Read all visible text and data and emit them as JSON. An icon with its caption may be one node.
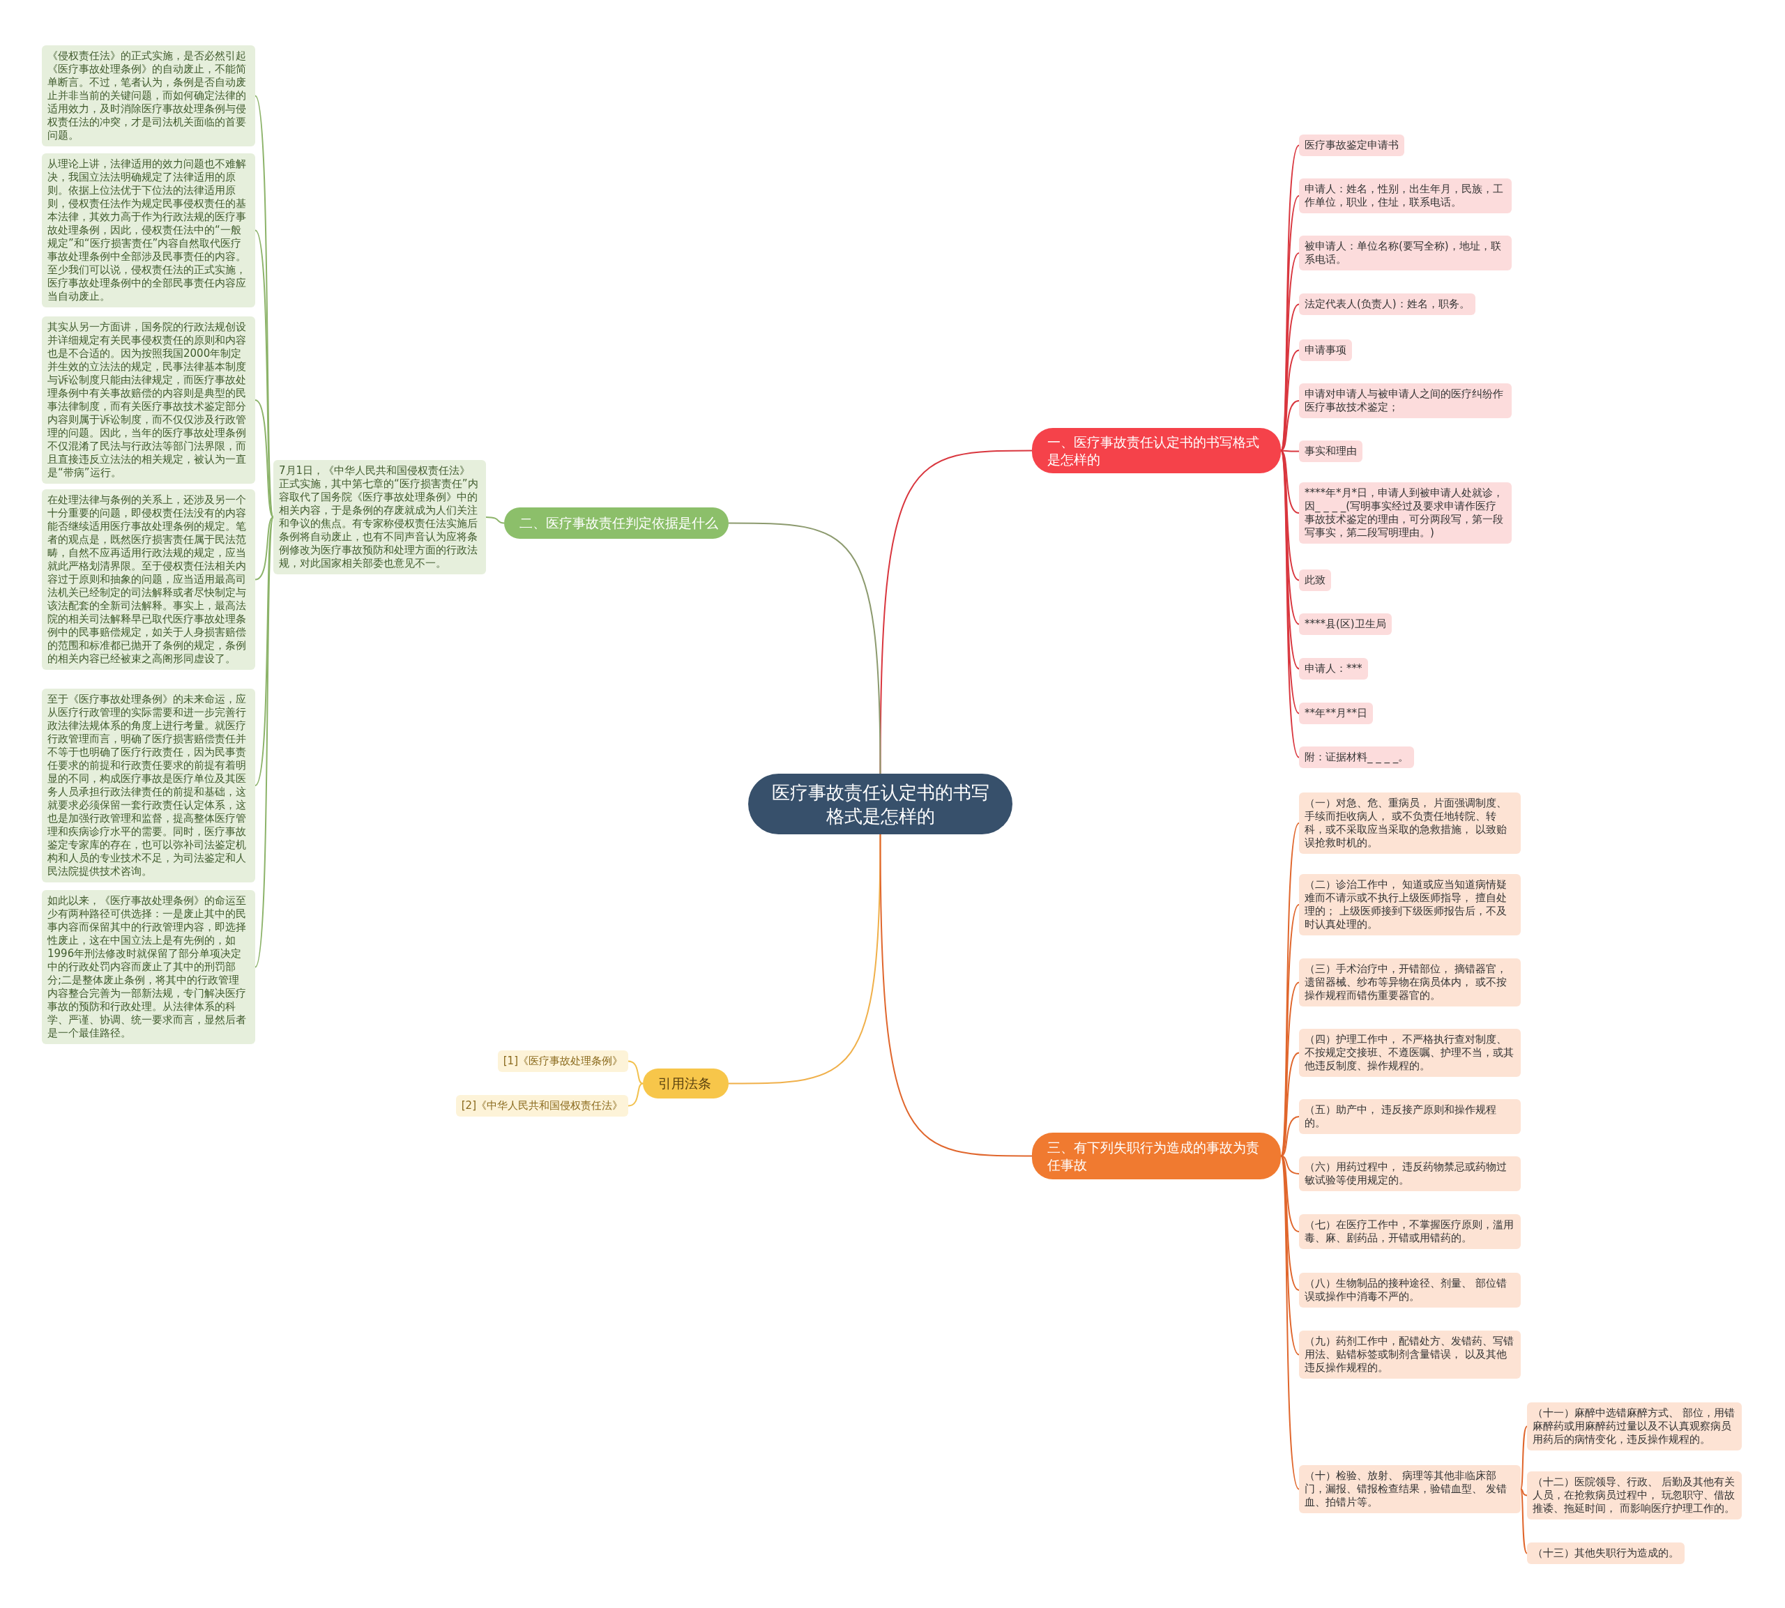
{
  "diagram": {
    "nodes": [
      {
        "text": [
          "医疗事故责任认定书的书写格式是怎样的"
        ]
      },
      {
        "text": [
          "一、医疗事故责任认定书的书写格式是怎样的"
        ]
      },
      {
        "text": [
          "医疗事故鉴定申请书"
        ]
      },
      {
        "text": [
          "申请人：姓名，性别，出生年月，民族，工作单位，职业，住址，联系电话。"
        ]
      },
      {
        "text": [
          "被申请人：单位名称(要写全称)，地址，联系电话。"
        ]
      },
      {
        "text": [
          "法定代表人(负责人)：姓名，职务。"
        ]
      },
      {
        "text": [
          "申请事项"
        ]
      },
      {
        "text": [
          "申请对申请人与被申请人之间的医疗纠纷作医疗事故技术鉴定；"
        ]
      },
      {
        "text": [
          "事实和理由"
        ]
      },
      {
        "text": [
          "****年*月*日，申请人到被申请人处就诊，因_ _ _ _(写明事实经过及要求申请作医疗事故技术鉴定的理由，可分两段写，第一段写事实，第二段写明理由。)"
        ]
      },
      {
        "text": [
          "此致"
        ]
      },
      {
        "text": [
          "****县(区)卫生局"
        ]
      },
      {
        "text": [
          "申请人：***"
        ]
      },
      {
        "text": [
          "**年**月**日"
        ]
      },
      {
        "text": [
          "附：证据材料_ _ _ _。"
        ]
      },
      {
        "text": [
          "二、医疗事故责任判定依据是什么"
        ]
      },
      {
        "text": [
          "7月1日，《中华人民共和国侵权责任法》正式实施，其中第七章的“医疗损害责任”内容取代了国务院《医疗事故处理条例》中的相关内容，于是条例的存废就成为人们关注和争议的焦点。有专家称侵权责任法实施后条例将自动废止，也有不同声音认为应将条例修改为医疗事故预防和处理方面的行政法规，对此国家相关部委也意见不一。"
        ]
      },
      {
        "text": [
          "《侵权责任法》的正式实施，是否必然引起《医疗事故处理条例》的自动废止，不能简单断言。不过，笔者认为，条例是否自动废止并非当前的关键问题，而如何确定法律的适用效力，及时消除医疗事故处理条例与侵权责任法的冲突，才是司法机关面临的首要问题。"
        ]
      },
      {
        "text": [
          "从理论上讲，法律适用的效力问题也不难解决，我国立法法明确规定了法律适用的原则。依据上位法优于下位法的法律适用原则，侵权责任法作为规定民事侵权责任的基本法律，其效力高于作为行政法规的医疗事故处理条例，因此，侵权责任法中的“一般规定”和“医疗损害责任”内容自然取代医疗事故处理条例中全部涉及民事责任的内容。至少我们可以说，侵权责任法的正式实施，医疗事故处理条例中的全部民事责任内容应当自动废止。"
        ]
      },
      {
        "text": [
          "其实从另一方面讲，国务院的行政法规创设并详细规定有关民事侵权责任的原则和内容也是不合适的。因为按照我国2000年制定并生效的立法法的规定，民事法律基本制度与诉讼制度只能由法律规定，而医疗事故处理条例中有关事故赔偿的内容则是典型的民事法律制度，而有关医疗事故技术鉴定部分内容则属于诉讼制度，而不仅仅涉及行政管理的问题。因此，当年的医疗事故处理条例不仅混淆了民法与行政法等部门法界限，而且直接违反立法法的相关规定，被认为一直是“带病”运行。"
        ]
      },
      {
        "text": [
          "在处理法律与条例的关系上，还涉及另一个十分重要的问题，即侵权责任法没有的内容能否继续适用医疗事故处理条例的规定。笔者的观点是，既然医疗损害责任属于民法范畴，自然不应再适用行政法规的规定，应当就此严格划清界限。至于侵权责任法相关内容过于原则和抽象的问题，应当适用最高司法机关已经制定的司法解释或者尽快制定与该法配套的全新司法解释。事实上，最高法院的相关司法解释早已取代医疗事故处理条例中的民事赔偿规定，如关于人身损害赔偿的范围和标准都已抛开了条例的规定，条例的相关内容已经被束之高阁形同虚设了。"
        ]
      },
      {
        "text": [
          "至于《医疗事故处理条例》的未来命运，应从医疗行政管理的实际需要和进一步完善行政法律法规体系的角度上进行考量。就医疗行政管理而言，明确了医疗损害赔偿责任并不等于也明确了医疗行政责任，因为民事责任要求的前提和行政责任要求的前提有着明显的不同，构成医疗事故是医疗单位及其医务人员承担行政法律责任的前提和基础，这就要求必须保留一套行政责任认定体系，这也是加强行政管理和监督，提高整体医疗管理和疾病诊疗水平的需要。同时，医疗事故鉴定专家库的存在，也可以弥补司法鉴定机构和人员的专业技术不足，为司法鉴定和人民法院提供技术咨询。"
        ]
      },
      {
        "text": [
          "如此以来，《医疗事故处理条例》的命运至少有两种路径可供选择：一是废止其中的民事内容而保留其中的行政管理内容，即选择性废止，这在中国立法上是有先例的，如1996年刑法修改时就保留了部分单项决定中的行政处罚内容而废止了其中的刑罚部分;二是整体废止条例，将其中的行政管理内容整合完善为一部新法规，专门解决医疗事故的预防和行政处理。从法律体系的科学、严谨、协调、统一要求而言，显然后者是一个最佳路径。"
        ]
      },
      {
        "text": [
          "引用法条"
        ]
      },
      {
        "text": [
          "[1]《医疗事故处理条例》"
        ]
      },
      {
        "text": [
          "[2]《中华人民共和国侵权责任法》"
        ]
      },
      {
        "text": [
          "三、有下列失职行为造成的事故为责任事故"
        ]
      },
      {
        "text": [
          "（一）对急、危、重病员， 片面强调制度、手续而拒收病人， 或不负责任地转院、转科，或不采取应当采取的急救措施， 以致贻误抢救时机的。"
        ]
      },
      {
        "text": [
          "（二）诊治工作中， 知道或应当知道病情疑难而不请示或不执行上级医师指导， 擅自处理的； 上级医师接到下级医师报告后，不及时认真处理的。"
        ]
      },
      {
        "text": [
          "（三）手术治疗中，开错部位， 摘错器官，遗留器械、纱布等异物在病员体内， 或不按操作规程而错伤重要器官的。"
        ]
      },
      {
        "text": [
          "（四）护理工作中， 不严格执行查对制度、不按规定交接班、不遵医嘱、护理不当，或其他违反制度、操作规程的。"
        ]
      },
      {
        "text": [
          "（五）助产中， 违反接产原则和操作规程的。"
        ]
      },
      {
        "text": [
          "（六）用药过程中， 违反药物禁忌或药物过敏试验等使用规定的。"
        ]
      },
      {
        "text": [
          "（七）在医疗工作中，不掌握医疗原则，滥用毒、麻、剧药品，开错或用错药的。"
        ]
      },
      {
        "text": [
          "（八）生物制品的接种途径、剂量、 部位错误或操作中消毒不严的。"
        ]
      },
      {
        "text": [
          "（九）药剂工作中，配错处方、发错药、写错用法、贴错标签或制剂含量错误， 以及其他违反操作规程的。"
        ]
      },
      {
        "text": [
          "（十）检验、放射、 病理等其他非临床部门，漏报、错报检查结果，验错血型、 发错血、拍错片等。"
        ]
      },
      {
        "text": [
          "（十一）麻醉中选错麻醉方式、 部位，用错麻醉药或用麻醉药过量以及不认真观察病员用药后的病情变化，违反操作规程的。"
        ]
      },
      {
        "text": [
          "（十二）医院领导、行政、 后勤及其他有关人员，在抢救病员过程中， 玩忽职守、借故推诿、拖延时间， 而影响医疗护理工作的。"
        ]
      },
      {
        "text": [
          "（十三）其他失职行为造成的。"
        ]
      }
    ],
    "edges": [
      {
        "from": 0,
        "to": 1,
        "arrow": "none",
        "color": "#d9363e"
      },
      {
        "from": 1,
        "to": 2,
        "arrow": "none",
        "color": "#d9363e"
      },
      {
        "from": 1,
        "to": 3,
        "arrow": "none",
        "color": "#d9363e"
      },
      {
        "from": 1,
        "to": 4,
        "arrow": "none",
        "color": "#d9363e"
      },
      {
        "from": 1,
        "to": 5,
        "arrow": "none",
        "color": "#d9363e"
      },
      {
        "from": 1,
        "to": 6,
        "arrow": "none",
        "color": "#d9363e"
      },
      {
        "from": 1,
        "to": 7,
        "arrow": "none",
        "color": "#d9363e"
      },
      {
        "from": 1,
        "to": 8,
        "arrow": "none",
        "color": "#d9363e"
      },
      {
        "from": 1,
        "to": 9,
        "arrow": "none",
        "color": "#d9363e"
      },
      {
        "from": 1,
        "to": 10,
        "arrow": "none",
        "color": "#d9363e"
      },
      {
        "from": 1,
        "to": 11,
        "arrow": "none",
        "color": "#d9363e"
      },
      {
        "from": 1,
        "to": 12,
        "arrow": "none",
        "color": "#d9363e"
      },
      {
        "from": 1,
        "to": 13,
        "arrow": "none",
        "color": "#d9363e"
      },
      {
        "from": 1,
        "to": 14,
        "arrow": "none",
        "color": "#d9363e"
      },
      {
        "from": 0,
        "to": 15,
        "arrow": "none",
        "color": "#8c9a6e"
      },
      {
        "from": 15,
        "to": 16,
        "arrow": "none",
        "color": "#8cb369"
      },
      {
        "from": 16,
        "to": 17,
        "arrow": "none",
        "color": "#8cb369"
      },
      {
        "from": 16,
        "to": 18,
        "arrow": "none",
        "color": "#8cb369"
      },
      {
        "from": 16,
        "to": 19,
        "arrow": "none",
        "color": "#8cb369"
      },
      {
        "from": 16,
        "to": 20,
        "arrow": "none",
        "color": "#8cb369"
      },
      {
        "from": 16,
        "to": 21,
        "arrow": "none",
        "color": "#8cb369"
      },
      {
        "from": 16,
        "to": 22,
        "arrow": "none",
        "color": "#8cb369"
      },
      {
        "from": 0,
        "to": 23,
        "arrow": "none",
        "color": "#f0b04a"
      },
      {
        "from": 23,
        "to": 24,
        "arrow": "none",
        "color": "#f2c14e"
      },
      {
        "from": 23,
        "to": 25,
        "arrow": "none",
        "color": "#f2c14e"
      },
      {
        "from": 0,
        "to": 26,
        "arrow": "none",
        "color": "#e0662c"
      },
      {
        "from": 26,
        "to": 27,
        "arrow": "none",
        "color": "#e0662c"
      },
      {
        "from": 26,
        "to": 28,
        "arrow": "none",
        "color": "#e0662c"
      },
      {
        "from": 26,
        "to": 29,
        "arrow": "none",
        "color": "#e0662c"
      },
      {
        "from": 26,
        "to": 30,
        "arrow": "none",
        "color": "#e0662c"
      },
      {
        "from": 26,
        "to": 31,
        "arrow": "none",
        "color": "#e0662c"
      },
      {
        "from": 26,
        "to": 32,
        "arrow": "none",
        "color": "#e0662c"
      },
      {
        "from": 26,
        "to": 33,
        "arrow": "none",
        "color": "#e0662c"
      },
      {
        "from": 26,
        "to": 34,
        "arrow": "none",
        "color": "#e0662c"
      },
      {
        "from": 26,
        "to": 35,
        "arrow": "none",
        "color": "#e0662c"
      },
      {
        "from": 26,
        "to": 36,
        "arrow": "none",
        "color": "#e0662c"
      },
      {
        "from": 36,
        "to": 37,
        "arrow": "none",
        "color": "#e0662c"
      },
      {
        "from": 36,
        "to": 38,
        "arrow": "none",
        "color": "#e0662c"
      },
      {
        "from": 36,
        "to": 39,
        "arrow": "none",
        "color": "#e0662c"
      }
    ]
  }
}
